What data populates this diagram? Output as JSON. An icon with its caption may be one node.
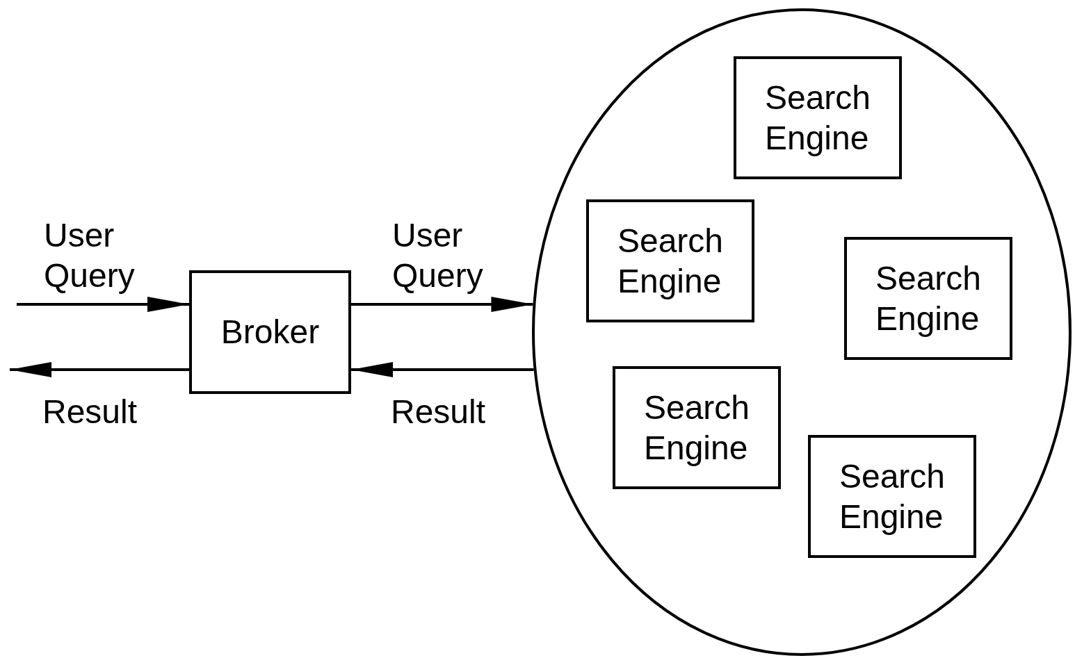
{
  "diagram": {
    "nodes": [
      {
        "text": [
          "Broker"
        ]
      },
      {
        "text": [],
        "shape": "circle"
      },
      {
        "text": [
          "Search Engine"
        ],
        "in": 1
      },
      {
        "text": [
          "Search Engine"
        ],
        "in": 1
      },
      {
        "text": [
          "Search Engine"
        ],
        "in": 1
      },
      {
        "text": [
          "Search Engine"
        ],
        "in": 1
      },
      {
        "text": [
          "Search Engine"
        ],
        "in": 1
      }
    ],
    "edges": [
      {
        "from": null,
        "to": 0,
        "arrow": "to",
        "label": "User Query"
      },
      {
        "from": 0,
        "to": null,
        "arrow": "to",
        "label": "Result"
      },
      {
        "from": 0,
        "to": 1,
        "arrow": "to",
        "label": "User Query"
      },
      {
        "from": 1,
        "to": 0,
        "arrow": "to",
        "label": "Result"
      }
    ]
  }
}
